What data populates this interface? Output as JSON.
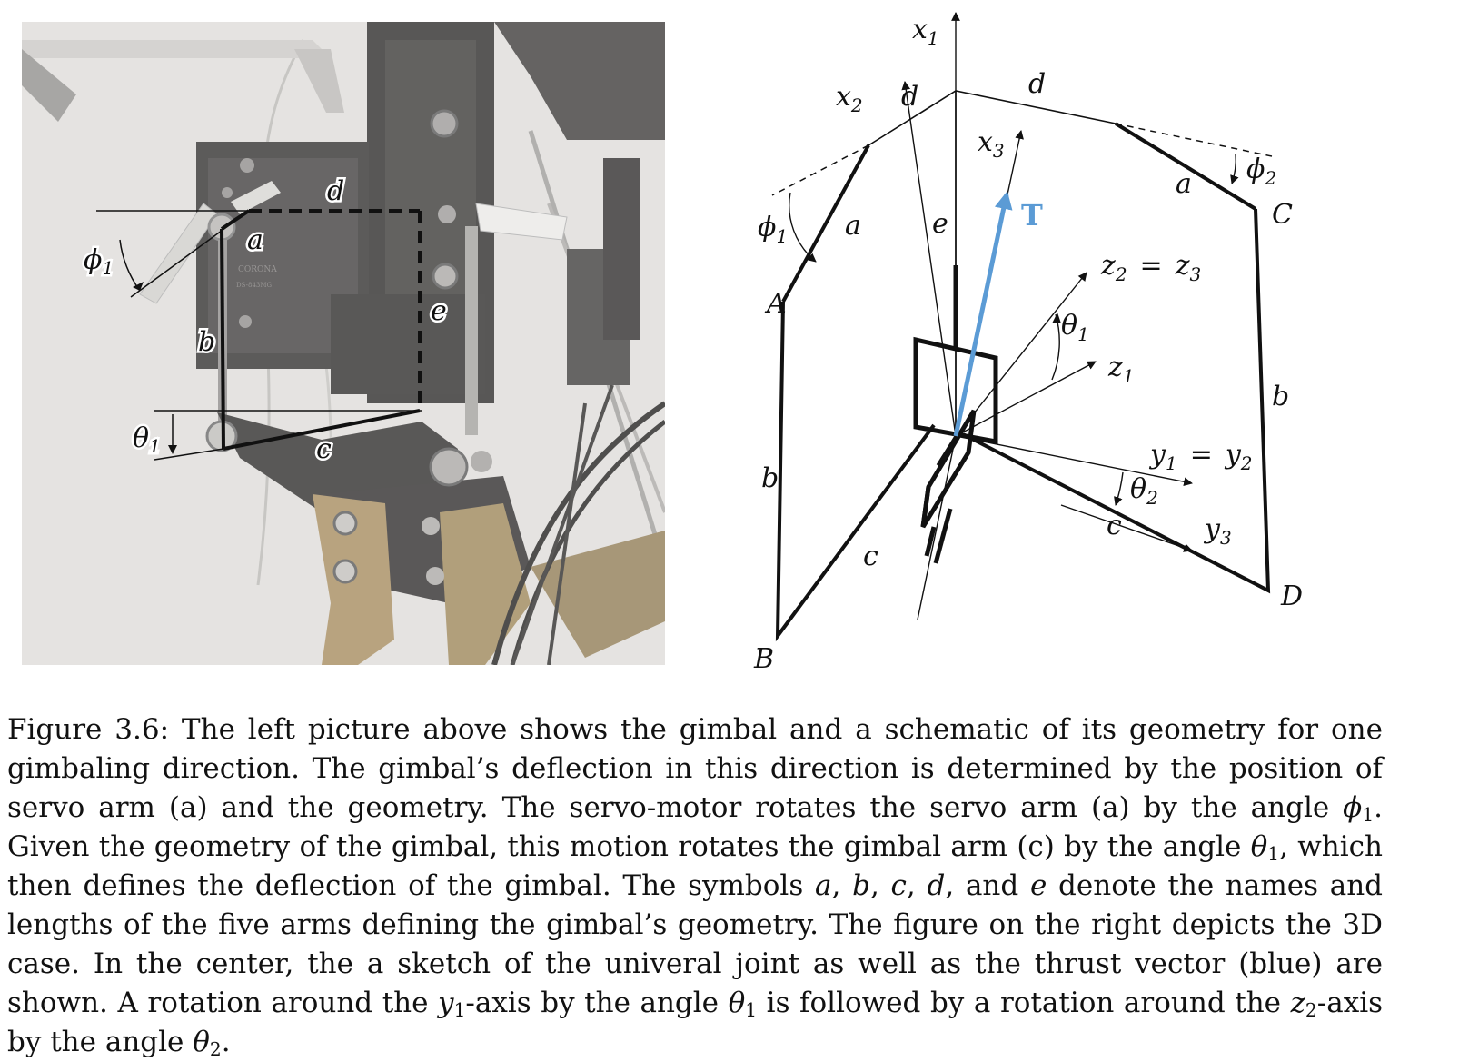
{
  "photo": {
    "servo_brand_text": "CORONA",
    "servo_model_text": "DS-843MG",
    "arm_labels": {
      "a": "a",
      "b": "b",
      "c": "c",
      "d": "d",
      "e": "e"
    },
    "angle_labels": {
      "phi": "ϕ",
      "theta": "θ",
      "sub": "1"
    }
  },
  "schematic": {
    "points": {
      "A": "A",
      "B": "B",
      "C": "C",
      "D": "D"
    },
    "arms": {
      "a": "a",
      "b": "b",
      "c": "c",
      "d": "d",
      "e": "e"
    },
    "thrust_label": "T",
    "thrust_color": "#5b9bd5",
    "axes": {
      "x": "x",
      "y": "y",
      "z": "z",
      "s1": "1",
      "s2": "2",
      "s3": "3",
      "eq": "="
    },
    "angles": {
      "phi": "ϕ",
      "theta": "θ"
    }
  },
  "caption": {
    "p1": "Figure 3.6: The left picture above shows the gimbal and a schematic of its geometry for one gimbaling direction. The gimbal’s deflection in this direction is determined by the position of servo arm (a) and the geometry. The servo-motor rotates the servo arm (a) by the angle ",
    "phi": "ϕ",
    "sub1": "1",
    "p2": ". Given the geometry of the gimbal, this motion rotates the gimbal arm (c) by the angle ",
    "theta": "θ",
    "p3": ", which then defines the deflection of the gimbal. The symbols ",
    "sym_a": "a",
    "sym_b": "b",
    "sym_c": "c",
    "sym_d": "d",
    "comma": ", ",
    "and": ", and ",
    "sym_e": "e",
    "p4": " denote the names and lengths of the five arms defining the gimbal’s geometry. The figure on the right depicts the 3D case. In the center, the a sketch of the univeral joint as well as the thrust vector (blue) are shown. A rotation around the ",
    "y": "y",
    "p5": "-axis by the angle ",
    "p6": " is followed by a rotation around the ",
    "z": "z",
    "sub2": "2",
    "p7": "-axis by the angle ",
    "end": "."
  }
}
